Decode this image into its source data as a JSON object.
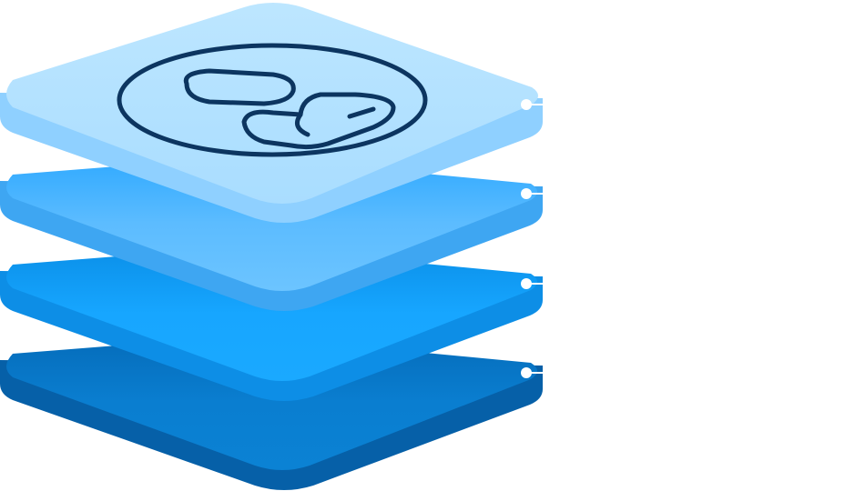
{
  "layers": [
    {
      "name": "layer-4-bottom",
      "top_color": "#0a7dd0",
      "side_color": "#0660a8",
      "side_shadow": "#054f8e"
    },
    {
      "name": "layer-3",
      "top_color": "#16a6ff",
      "side_color": "#0d8ee6",
      "side_shadow": "#0a7ccc"
    },
    {
      "name": "layer-2",
      "top_color": "#57b9ff",
      "side_color": "#3ea6f2",
      "side_shadow": "#2f96e6"
    },
    {
      "name": "layer-1-top",
      "top_color": "#b3e2ff",
      "side_color": "#8fd0ff",
      "side_shadow": "#78c3fb"
    }
  ],
  "icon": {
    "name": "user-group-icon",
    "stroke_color": "#0c3560",
    "ring_color": "#0c3560"
  },
  "connectors": {
    "color": "#ffffff",
    "count": 4
  }
}
